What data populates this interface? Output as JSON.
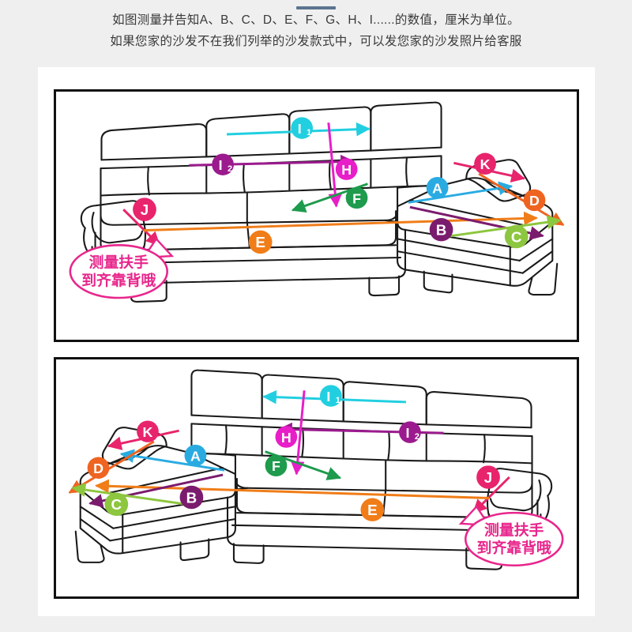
{
  "page": {
    "background_color": "#efefef",
    "panel_color": "#ffffff",
    "accent_bar_color": "#5b7491"
  },
  "header": {
    "line1": "如图测量并告知A、B、C、D、E、F、G、H、I......的数值，厘米为单位。",
    "line2": "如果您家的沙发不在我们列举的沙发款式中，可以发您家的沙发照片给客服"
  },
  "callout": {
    "line1": "测量扶手",
    "line2": "到齐靠背哦",
    "color": "#e8268c"
  },
  "labels": {
    "A": {
      "text": "A",
      "color": "#29abe2",
      "name": "seat-depth-chaise"
    },
    "B": {
      "text": "B",
      "color": "#7b1b6e",
      "name": "chaise-inner-length"
    },
    "C": {
      "text": "C",
      "color": "#8dc63f",
      "name": "chaise-outer-length"
    },
    "D": {
      "text": "D",
      "color": "#ee6420",
      "name": "chaise-width"
    },
    "E": {
      "text": "E",
      "color": "#f07d18",
      "name": "seat-front-length"
    },
    "F": {
      "text": "F",
      "color": "#1e9b4c",
      "name": "seat-depth"
    },
    "H": {
      "text": "H",
      "color": "#e81ec8",
      "name": "backrest-height"
    },
    "I1": {
      "text": "I",
      "sub": "1",
      "color": "#21cfe0",
      "name": "backrest-cushion-width-1"
    },
    "I2": {
      "text": "I",
      "sub": "2",
      "color": "#9b1b8e",
      "name": "backrest-cushion-width-2"
    },
    "J": {
      "text": "J",
      "color": "#e8246c",
      "name": "armrest-depth"
    },
    "K": {
      "text": "K",
      "color": "#e8246c",
      "name": "chaise-armrest-length"
    }
  },
  "figures": [
    {
      "id": "figure-top",
      "name": "sofa-diagram-right-chaise",
      "description": "L-shaped sectional sofa with chaise on the right side",
      "border_color": "#111111",
      "line_color": "#1a1a1a"
    },
    {
      "id": "figure-bottom",
      "name": "sofa-diagram-left-chaise",
      "description": "L-shaped sectional sofa with chaise on the left side",
      "border_color": "#111111",
      "line_color": "#1a1a1a"
    }
  ]
}
